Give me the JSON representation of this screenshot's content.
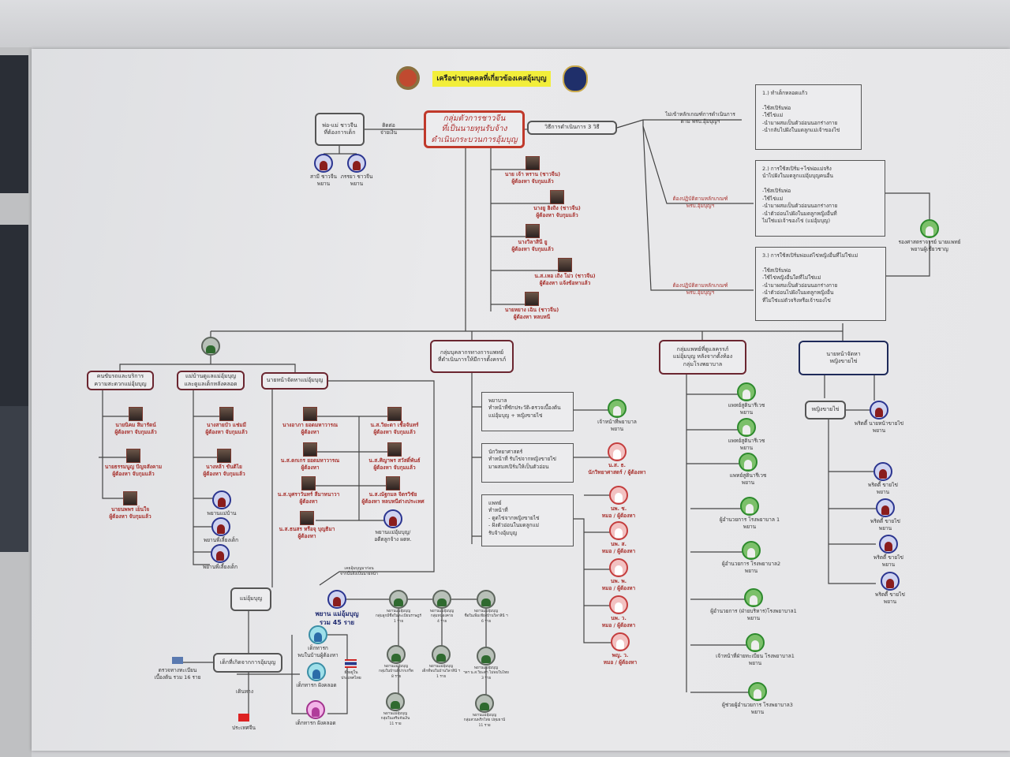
{
  "title": "เครือข่ายบุคคลที่เกี่ยวข้องเคสอุ้มบุญ",
  "colors": {
    "banner": "#f2ee3a",
    "accent_red": "#a8322e",
    "box_border": "#6b2630"
  },
  "parents": {
    "box": "พ่อ-แม่ ชาวจีน\nที่ต้องการเด็ก",
    "link": "ติดต่อ\nจ่ายเงิน",
    "people": [
      {
        "name": "สามี ชาวจีน\nพยาน"
      },
      {
        "name": "ภรรยา ชาวจีน\nพยาน"
      }
    ]
  },
  "core": {
    "box": "กลุ่มตัวการชาวจีน\nที่เป็นนายทุนรับจ้าง\nดำเนินกระบวนการอุ้มบุญ",
    "members": [
      {
        "name": "นาย เจ้า หราน (ชาวจีน)\nผู้ต้องหา จับกุมแล้ว"
      },
      {
        "name": "นางยู ฮิงถิง (ชาวจีน)\nผู้ต้องหา จับกุมแล้ว"
      },
      {
        "name": "นางวิลาสินี ยู\nผู้ต้องหา จับกุมแล้ว"
      },
      {
        "name": "น.ส.เหอ เถิง โม่ว (ชาวจีน)\nผู้ต้องหา แจ้งข้อหาแล้ว"
      },
      {
        "name": "นายหยาง เฉิน (ชาวจีน)\nผู้ต้องหา หลบหนี"
      }
    ]
  },
  "methods": {
    "box": "วิธีการดำเนินการ 3 วิธี",
    "branches": [
      "ไม่เข้าหลักเกณฑ์การดำเนินการ\nตาม พรบ.อุ้มบุญฯ",
      "ต้องปฏิบัติตามหลักเกณฑ์\nพรบ.อุ้มบุญฯ",
      "ต้องปฏิบัติตามหลักเกณฑ์\nพรบ.อุ้มบุญฯ"
    ],
    "items": [
      "1.) ทำเด็กหลอดแก้ว\n\n-ใช้สเปิร์มพ่อ\n-ใช้ไข่แม่\n-นำมาผสมเป็นตัวอ่อนนอกร่างกาย\n-นำกลับไปฝังในมดลูกแม่เจ้าของไข่",
      "2.) การใช้สเปิร์ม+ไข่พ่อแม่จริง\n    นำไปฝังในมดลูกแม่อุ้มบุญคนอื่น\n\n-ใช้สเปิร์มพ่อ\n-ใช้ไข่แม่\n-นำมาผสมเป็นตัวอ่อนนอกร่างกาย\n-นำตัวอ่อนไปฝังในมดลูกหญิงอื่นที่\n ไม่ใช่แม่เจ้าของไข่ (แม่อุ้มบุญ)",
      "3.) การใช้สเปิร์มพ่อแต่ไข่หญิงอื่นที่ไม่ใช่แม่\n\n-ใช้สเปิร์มพ่อ\n-ใช้ไข่หญิงอื่นใดที่ไม่ใช่แม่\n-นำมาผสมเป็นตัวอ่อนนอกร่างกาย\n-นำตัวอ่อนไปฝังในมดลูกหญิงอื่น\n ที่ไม่ใช่แม่ตัวจริงหรือเจ้าของไข่"
    ],
    "expert": {
      "name": "รองศาสตราจารย์ นายแพทย์\nพยานผู้เชี่ยวชาญ"
    }
  },
  "groups": {
    "drivers": {
      "box": "คนขับรถและบริการ\nความสะดวกแม่อุ้มบุญ",
      "members": [
        {
          "name": "นายนิคม สิมารัตน์\nผู้ต้องหา จับกุมแล้ว"
        },
        {
          "name": "นายธรรมนูญ ปัญจสังคาม\nผู้ต้องหา จับกุมแล้ว"
        },
        {
          "name": "นายนพพร เย็นใจ\nผู้ต้องหา จับกุมแล้ว"
        }
      ]
    },
    "housekeepers": {
      "box": "แม่บ้านดูแลแม่อุ้มบุญ\nและดูแลเด็กหลังคลอด",
      "members": [
        {
          "name": "นางสายบัว แช่มมี\nผู้ต้องหา จับกุมแล้ว"
        },
        {
          "name": "นางหล้า ขันติไย\nผู้ต้องหา จับกุมแล้ว"
        },
        {
          "name": "พยานแม่บ้าน"
        },
        {
          "name": "พยานพี่เลี้ยงเด็ก"
        },
        {
          "name": "พยานพี่เลี้ยงเด็ก"
        }
      ]
    },
    "brokers": {
      "box": "นายหน้าจัดหาแม่อุ้มบุญ",
      "members": [
        {
          "name": "นางอาภา ยอดมหาวารณ\nผู้ต้องหา"
        },
        {
          "name": "น.ส.ดกเกร ยอดมหาวารณ\nผู้ต้องหา"
        },
        {
          "name": "น.ส.บุศราวันทร์ สีมาหนาวา\nผู้ต้องหา"
        },
        {
          "name": "น.ส.ธนสร หรือจุ บุญธิมา\nผู้ต้องหา"
        },
        {
          "name": "น.ส.วิยะดา เชื้อจันทร์\nผู้ต้องหา จับกุมแล้ว"
        },
        {
          "name": "น.ส.ศิญาพร สวัสดิ์พันธ์\nผู้ต้องหา จับกุมแล้ว"
        },
        {
          "name": "น.ส.ณัฐกมล จิตรวิชัย\nผู้ต้องหา หลบหนีต่างประเทศ"
        },
        {
          "name": "พยานแม่อุ้มบุญ/\nอดีตลูกจ้าง ผตห."
        }
      ],
      "note": "เคยอุ้มบุญมาก่อน\nจากนั้นจึงเป็นนายหน้า"
    },
    "medical": {
      "box": "กลุ่มบุคลากรทางการแพทย์\nที่ดำเนินการให้มีการตั้งครรภ์",
      "roles": [
        "พยาบาล\n  ทำหน้าที่ซักประวัติ-ตรวจเบื้องต้น\n  แม่อุ้มบุญ + หญิงขายไข่",
        "นักวิทยาศาสตร์\n  ทำหน้าที่ รับไข่จากหญิงขายไข่\n  มาผสมสเปิร์มให้เป็นตัวอ่อน",
        "แพทย์\n  ทำหน้าที่\n  - ดูดไข่จากหญิงขายไข่\n  - ฝังตัวอ่อนในมดลูกแม่\n    รับจ้างอุ้มบุญ"
      ],
      "members": [
        {
          "name": "เจ้าหน้าที่พยาบาล\nพยาน"
        },
        {
          "name": "น.ส. ธ.\nนักวิทยาศาสตร์ / ผู้ต้องหา"
        },
        {
          "name": "นพ. ช.\nหมอ / ผู้ต้องหา"
        },
        {
          "name": "นพ. ส.\nหมอ / ผู้ต้องหา"
        },
        {
          "name": "นพ. พ.\nหมอ / ผู้ต้องหา"
        },
        {
          "name": "นพ. ว.\nหมอ / ผู้ต้องหา"
        },
        {
          "name": "พญ. ว.\nหมอ / ผู้ต้องหา"
        }
      ]
    },
    "hospital": {
      "box": "กลุ่มแพทย์ที่ดูแลครรภ์\nแม่อุ้มบุญ หลังจากตั้งท้อง\nกลุ่มโรงพยาบาล",
      "members": [
        {
          "name": "แพทย์สูตินารีเวช\nพยาน"
        },
        {
          "name": "แพทย์สูตินารีเวช\nพยาน"
        },
        {
          "name": "แพทย์สูตินารีเวช\nพยาน"
        },
        {
          "name": "ผู้อำนวยการ โรงพยาบาล 1\nพยาน"
        },
        {
          "name": "ผู้อำนวยการ โรงพยาบาล2\nพยาน"
        },
        {
          "name": "ผู้อำนวยการ (ฝ่ายบริหาร)โรงพยาบาล1\nพยาน"
        },
        {
          "name": "เจ้าหน้าที่ฝ่ายทะเบียน โรงพยาบาล1\nพยาน"
        },
        {
          "name": "ผู้ช่วยผู้อำนวยการ โรงพยาบาล3\nพยาน"
        }
      ]
    },
    "eggs": {
      "box": "นายหน้าจัดหา\nหญิงขายไข่",
      "sub": "หญิงขายไข่",
      "members": [
        {
          "name": "พริตตี้ นายหน้าขายไข่\nพยาน"
        },
        {
          "name": "พริตตี้ ขายไข่\nพยาน"
        },
        {
          "name": "พริตตี้ ขายไข่\nพยาน"
        },
        {
          "name": "พริตตี้ ขายไข่\nพยาน"
        },
        {
          "name": "พริตตี้ ขายไข่\nพยาน"
        }
      ]
    }
  },
  "surrogates": {
    "box": "แม่อุ้มบุญ",
    "total": "พยาน แม่อุ้มบุญ\nรวม 45 ราย",
    "groups": [
      {
        "name": "พยานแม่อุ้มบุญ\nกลุ่มลูกมีชื่อในทะเบียนราษฎร์\n1 ราย"
      },
      {
        "name": "พยานแม่อุ้มบุญ\nกลุ่มหนองคาย\n4 ราย"
      },
      {
        "name": "พยานแม่อุ้มบุญ\nชื่อในเพิ่มเชียงบ้านวิลาสินี ฯ\n6 ราย"
      },
      {
        "name": "พยานแม่อุ้มบุญ\nกลุ่มในบ้านที่ปากเกร็ด\n8 ราย"
      },
      {
        "name": "พยานแม่อุ้มบุญ\nเด็กที่พบในบ้านวิลาสินี ฯ\n1 ราย"
      },
      {
        "name": "พยานแม่อุ้มบุญ\nฯลฯ น.ส.วิยะดา ไม่พบในไทย\n3 ราย"
      },
      {
        "name": "พยานแม่อุ้มบุญ\nกลุ่มในเสริมจันเงิน\n11 ราย"
      },
      {
        "name": "พยานแม่อุ้มบุญ\nกลุ่มสวนพริกไทย ปทุมธานี\n11 ราย"
      }
    ]
  },
  "children": {
    "box": "เด็กที่เกิดจากการอุ้มบุญ",
    "registry": "ตรวจทางทะเบียน\nเบื้องต้น รวม 16 ราย",
    "travel": "เดินทาง",
    "china": "ประเทศจีน",
    "in_thailand": "ยังอยู่ใน\nประเทศไทย",
    "members": [
      {
        "name": "เด็กทารก\nพบในบ้านผู้ต้องหา"
      },
      {
        "name": "เด็กทารก ฝังคลอด"
      },
      {
        "name": "เด็กทารก ฝังคลอด"
      }
    ]
  }
}
